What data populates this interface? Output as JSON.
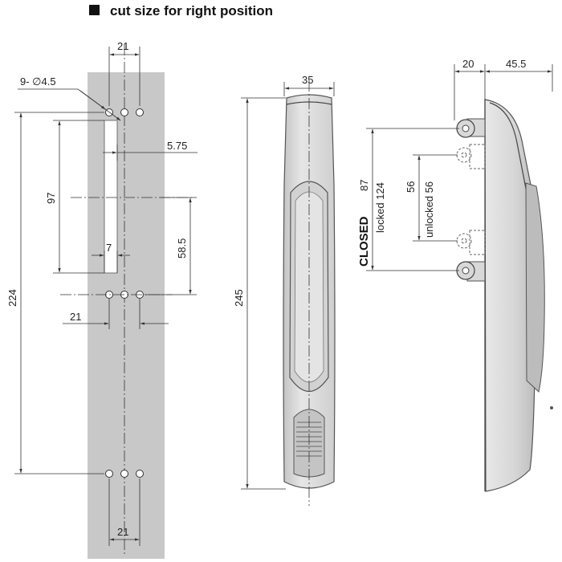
{
  "title": "cut size for right position",
  "colors": {
    "panel": "#c8c8c8",
    "handle_fill": "#d9d9d9",
    "handle_shade": "#bcbcbc",
    "line": "#333333"
  },
  "dimensions": {
    "holes_label": "9- ∅4.5",
    "top_hole_pitch": "21",
    "slot_offset": "5.75",
    "slot_length": "97",
    "slot_width": "7",
    "center_to_hole": "58.5",
    "mid_hole_pitch": "21",
    "total_hole_span": "224",
    "bottom_hole_pitch": "21",
    "handle_width": "35",
    "handle_length": "245",
    "side_depth_small": "20",
    "side_depth_large": "45.5",
    "closed_label": "CLOSED",
    "closed_value": "87",
    "locked_label": "locked 124",
    "unlocked_value": "56",
    "unlocked_label": "unlocked 56"
  }
}
